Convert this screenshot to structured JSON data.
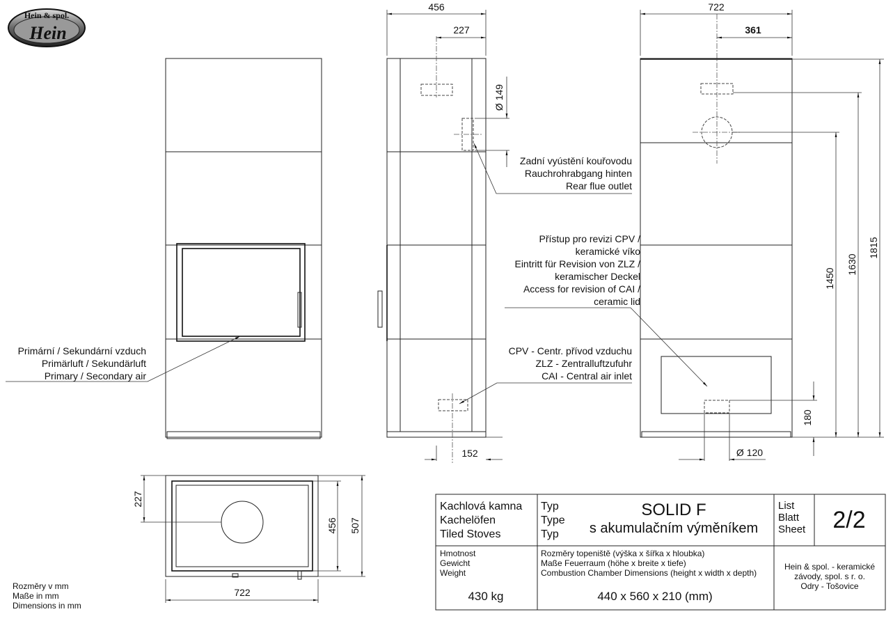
{
  "logo": {
    "top": "Hein & spol.",
    "main": "Hein"
  },
  "dims": {
    "side_width": "456",
    "side_flue": "227",
    "flue_dia": "Ø 149",
    "side_inlet": "152",
    "back_width": "722",
    "back_half": "361",
    "h1815": "1815",
    "h1630": "1630",
    "h1450": "1450",
    "h180": "180",
    "inlet_dia": "Ø 120",
    "top_width": "722",
    "top_depth_flue": "227",
    "top_456": "456",
    "top_507": "507"
  },
  "labels": {
    "air": [
      "Primární / Sekundární vzduch",
      "Primärluft / Sekundärluft",
      "Primary / Secondary air"
    ],
    "rear_flue": [
      "Zadní vyústění kouřovodu",
      "Rauchrohrabgang hinten",
      "Rear flue outlet"
    ],
    "revision": [
      "Přístup pro revizi CPV /",
      "keramické víko",
      "Eintritt für Revision von ZLZ /",
      "keramischer Deckel",
      "Access for revision of CAI /",
      "ceramic lid"
    ],
    "cai": [
      "CPV - Centr. přívod vzduchu",
      "ZLZ - Zentralluftzufuhr",
      "CAI - Central air inlet"
    ],
    "units": [
      "Rozměry v mm",
      "Maße in mm",
      "Dimensions in mm"
    ]
  },
  "title_block": {
    "product_kind": [
      "Kachlová kamna",
      "Kachelöfen",
      "Tiled Stoves"
    ],
    "type_labels": [
      "Typ",
      "Type",
      "Typ"
    ],
    "model": "SOLID F",
    "model_sub": "s akumulačním výměníkem",
    "sheet_labels": [
      "List",
      "Blatt",
      "Sheet"
    ],
    "sheet": "2/2",
    "weight_labels": [
      "Hmotnost",
      "Gewicht",
      "Weight"
    ],
    "weight": "430 kg",
    "chamber_labels": [
      "Rozměry topeniště (výška x šířka x hloubka)",
      "Maße Feuerraum (höhe x breite x tiefe)",
      "Combustion Chamber Dimensions (height x width x depth)"
    ],
    "chamber": "440 x 560 x 210 (mm)",
    "company": [
      "Hein & spol. - keramické",
      "závody, spol. s r. o.",
      "Odry - Tošovice"
    ]
  }
}
